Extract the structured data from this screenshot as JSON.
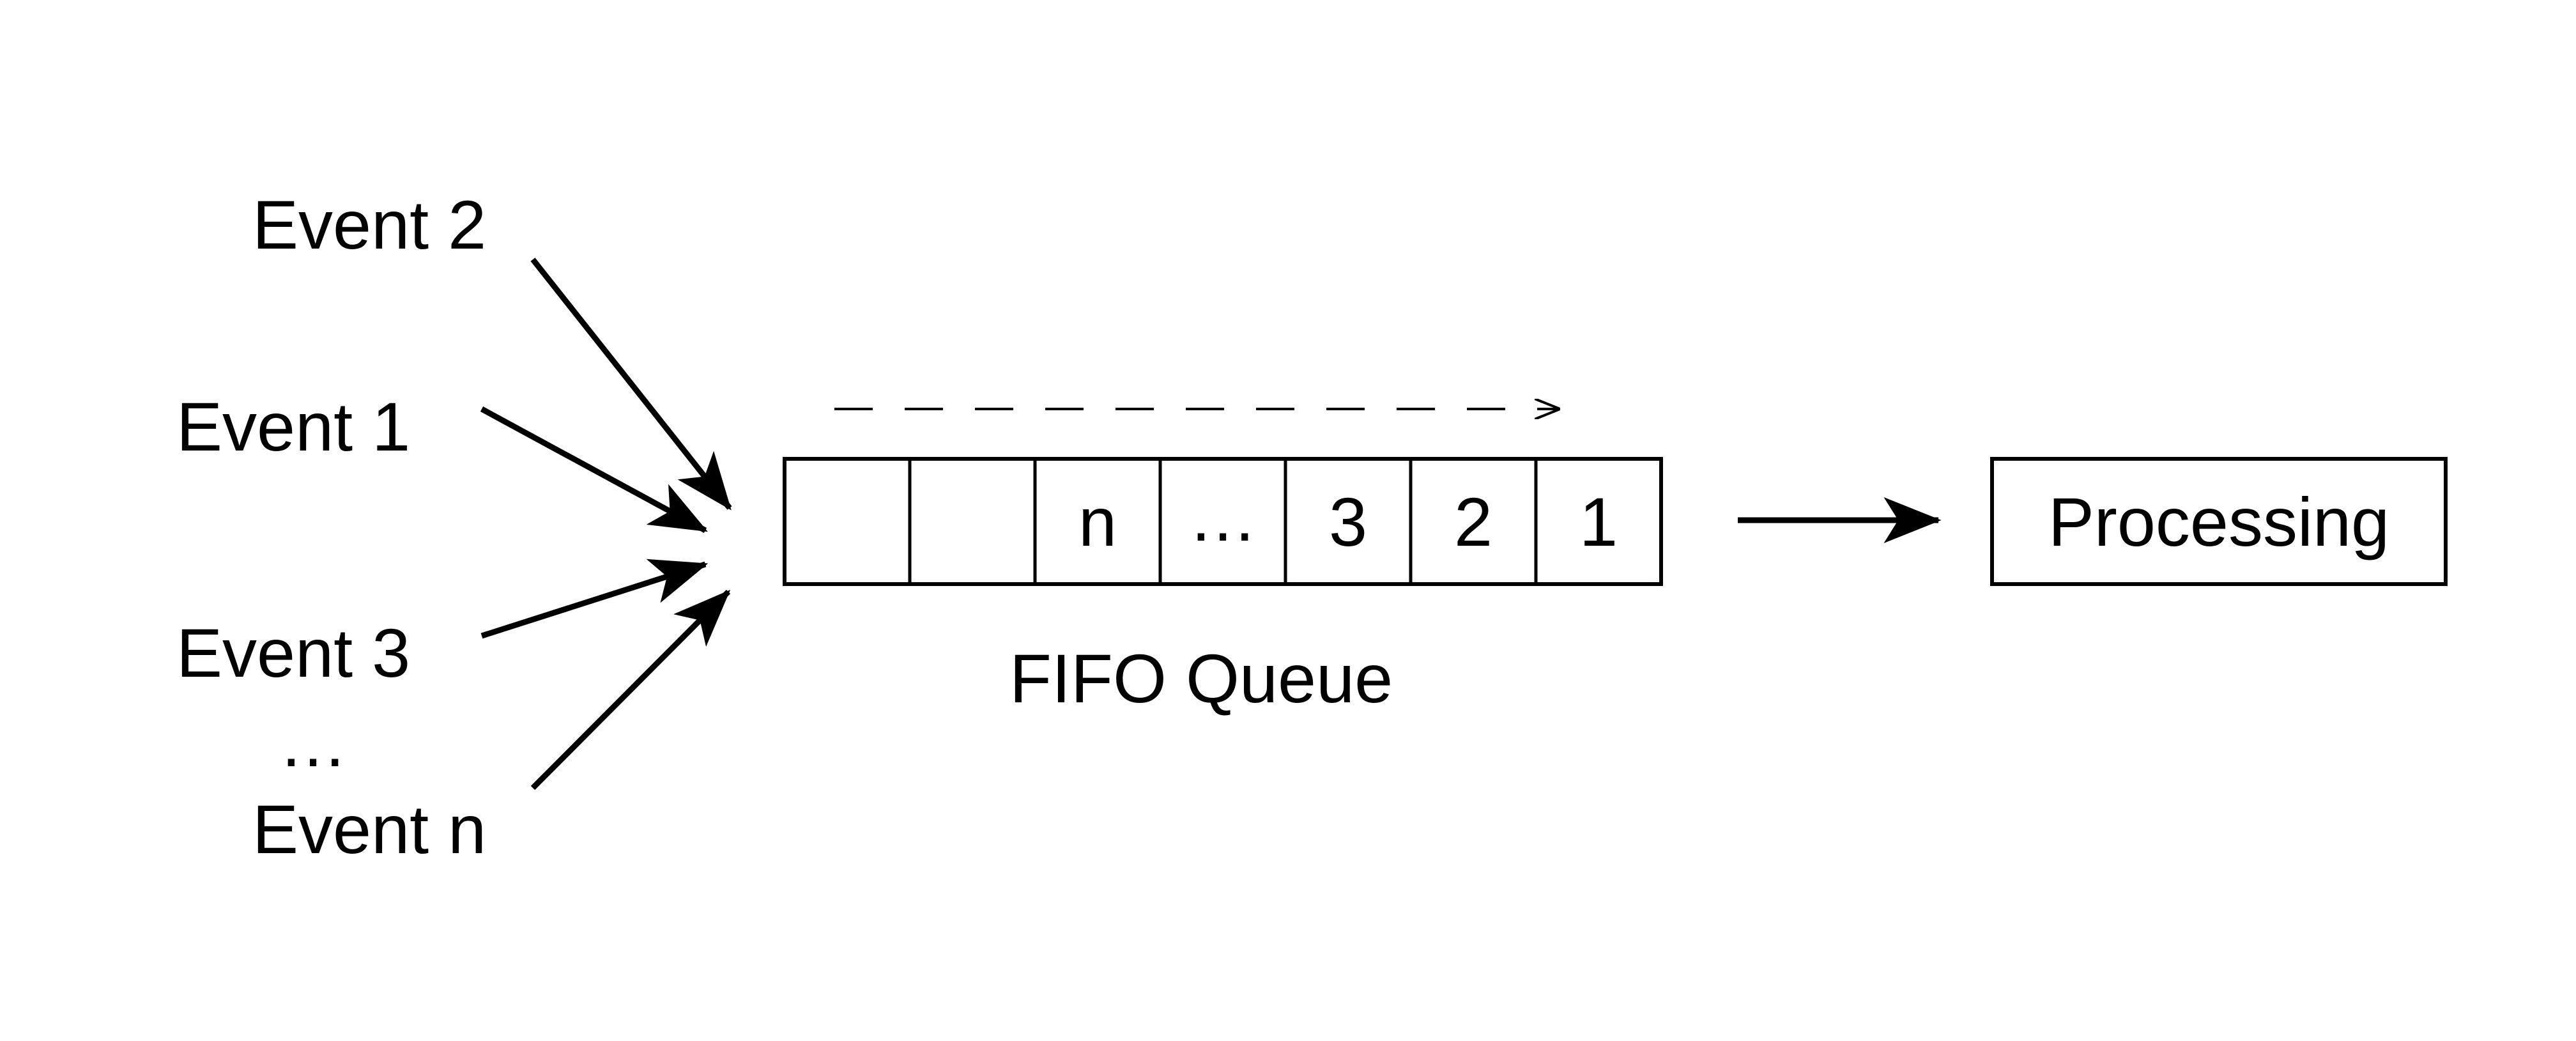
{
  "events": [
    {
      "label": "Event 2"
    },
    {
      "label": "Event 1"
    },
    {
      "label": "Event 3"
    },
    {
      "label": "…"
    },
    {
      "label": "Event n"
    }
  ],
  "queue": {
    "cells": [
      "",
      "",
      "n",
      "…",
      "3",
      "2",
      "1"
    ],
    "label": "FIFO Queue"
  },
  "processing": {
    "label": "Processing"
  }
}
